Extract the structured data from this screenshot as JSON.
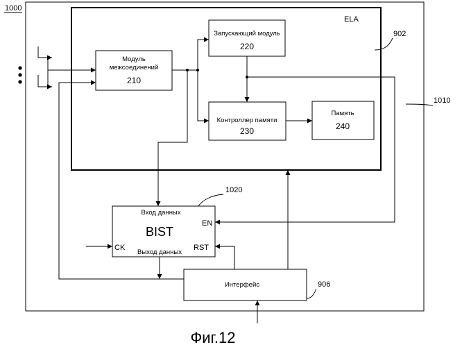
{
  "figure": {
    "id": "1000",
    "caption": "Фиг.12"
  },
  "refs": {
    "system": "1010",
    "ela_block": "902",
    "bist_block": "1020",
    "interface_block": "906"
  },
  "ela": {
    "label": "ELA"
  },
  "blocks": {
    "interconnect": {
      "name_line1": "Модуль",
      "name_line2": "межсоединений",
      "number": "210"
    },
    "trigger": {
      "name": "Запускающий модуль",
      "number": "220"
    },
    "memctrl": {
      "name": "Контроллер памяти",
      "number": "230"
    },
    "memory": {
      "name": "Память",
      "number": "240"
    },
    "bist": {
      "name": "BIST",
      "data_in": "Вход данных",
      "data_out": "Выход данных",
      "ck": "CK",
      "rst": "RST",
      "en": "EN"
    },
    "interface": {
      "name": "Интерфейс"
    }
  }
}
